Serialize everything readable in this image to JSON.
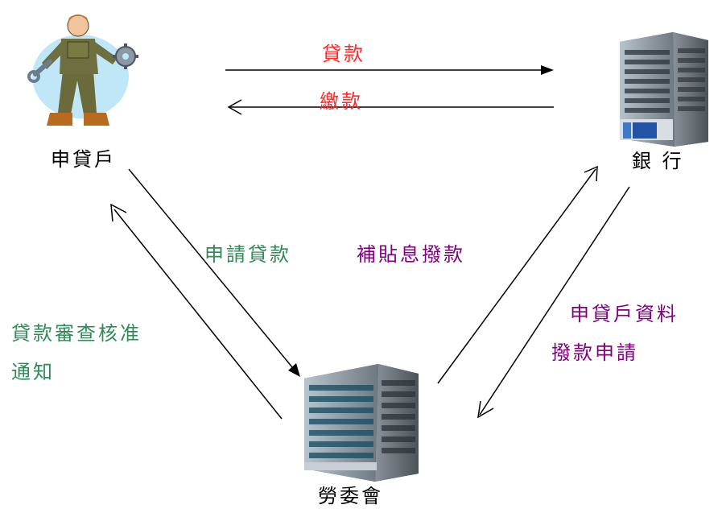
{
  "nodes": {
    "applicant": {
      "label": "申貸戶",
      "icon": "worker-with-tools-icon"
    },
    "bank": {
      "label": "銀 行",
      "icon": "bank-building-icon"
    },
    "council": {
      "label": "勞委會",
      "icon": "government-office-building-icon"
    }
  },
  "edges": {
    "loan": {
      "label": "貸款",
      "color": "#ff2a2a"
    },
    "repay": {
      "label": "繳款",
      "color": "#ff2a2a"
    },
    "apply": {
      "label": "申請貸款",
      "color": "#2e8b57"
    },
    "approval": {
      "line1": "貸款審查核准",
      "line2": "通知",
      "color": "#2e8b57"
    },
    "subsidy": {
      "label": "補貼息撥款",
      "color": "#800080"
    },
    "request": {
      "line1": "申貸戶資料",
      "line2": "撥款申請",
      "color": "#800080"
    }
  },
  "colors": {
    "arrow": "#000000",
    "sky": "#bfe7f7"
  }
}
